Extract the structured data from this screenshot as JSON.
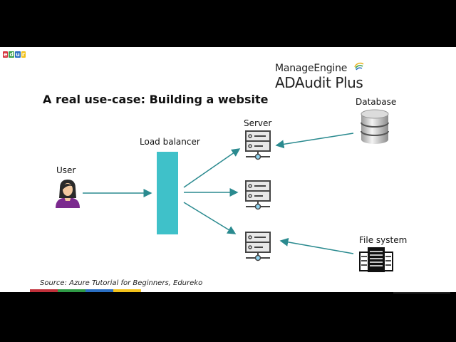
{
  "logo_badge": {
    "letters": [
      "e",
      "d",
      "u",
      "r"
    ],
    "colors": [
      "#d6353f",
      "#3aa04a",
      "#2a6ec2",
      "#f2c21b"
    ]
  },
  "brand": {
    "company": "ManageEngine",
    "product": "ADAudit Plus"
  },
  "title": "A real use-case: Building a website",
  "nodes": {
    "user": "User",
    "load_balancer": "Load balancer",
    "server": "Server",
    "database": "Database",
    "file_system": "File system"
  },
  "source": "Source: Azure Tutorial for Beginners, Edureko",
  "colors": {
    "accent": "#3fc1c9",
    "arrow": "#2a8a8f",
    "footer_bar": [
      "#c0303a",
      "#2f9a46",
      "#2a6ec2",
      "#f2c21b"
    ]
  }
}
